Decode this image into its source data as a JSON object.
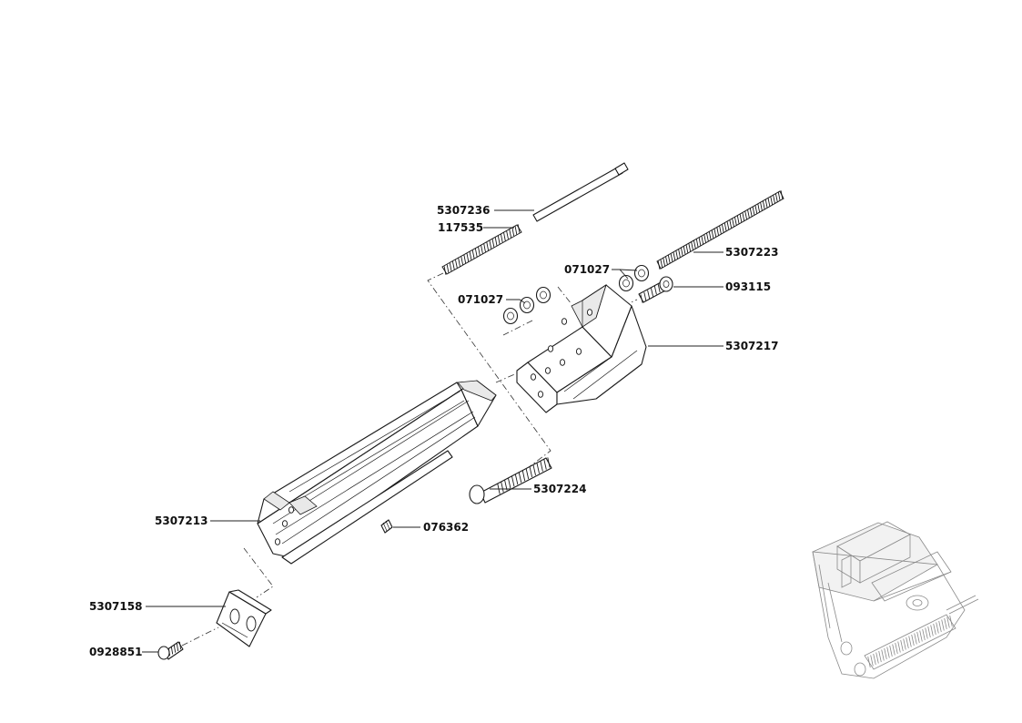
{
  "parts": {
    "p_5307236": "5307236",
    "p_117535": "117535",
    "p_5307223": "5307223",
    "p_071027_upper": "071027",
    "p_093115": "093115",
    "p_071027_lower": "071027",
    "p_5307217": "5307217",
    "p_5307224": "5307224",
    "p_5307213": "5307213",
    "p_076362": "076362",
    "p_5307158": "5307158",
    "p_0928851": "0928851"
  },
  "colors": {
    "line": "#1a1a1a",
    "background": "#ffffff"
  }
}
